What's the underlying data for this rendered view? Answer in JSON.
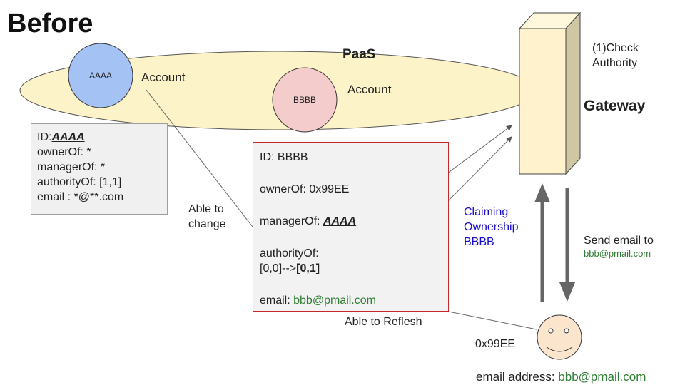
{
  "title": "Before",
  "paas_label": "PaaS",
  "accounts": [
    {
      "circle_label": "AAAA",
      "caption": "Account"
    },
    {
      "circle_label": "BBBB",
      "caption": "Account"
    }
  ],
  "gateway": {
    "label": "Gateway",
    "note": [
      "(1)Check",
      "Authority"
    ]
  },
  "aaaa_box": {
    "id_prefix": "ID:",
    "id_value": "AAAA",
    "lines": [
      "ownerOf: *",
      "managerOf: *",
      "authorityOf: [1,1]",
      "email : *@**.com"
    ]
  },
  "bbbb_box": {
    "id": "ID: BBBB",
    "owner": "ownerOf: 0x99EE",
    "manager_prefix": "managerOf: ",
    "manager_value": "AAAA",
    "authority_label": "authorityOf:",
    "authority_prefix": "[0,0]-->",
    "authority_new": "[0,1]",
    "email_prefix": "email: ",
    "email_value": "bbb@pmail.com"
  },
  "annotations": {
    "able_to_change": [
      "Able to",
      "change"
    ],
    "able_to_refresh": "Able to Reflesh",
    "claiming": [
      "Claiming",
      "Ownership",
      "BBBB"
    ],
    "send_email": "Send email to",
    "send_email_addr": "bbb@pmail.com"
  },
  "user": {
    "address_id": "0x99EE",
    "email_prefix": "email address: ",
    "email_value": "bbb@pmail.com"
  },
  "colors": {
    "paas_fill": "#fdf3c8",
    "aaaa_fill": "#a4c2f4",
    "bbbb_fill": "#f4cccc",
    "gateway_front": "#fff2cc",
    "gateway_side": "#cfc7a3",
    "green": "#2e7d32",
    "blue": "#1a0dcc",
    "red_border": "#c62828",
    "face": "#fce5cd"
  }
}
